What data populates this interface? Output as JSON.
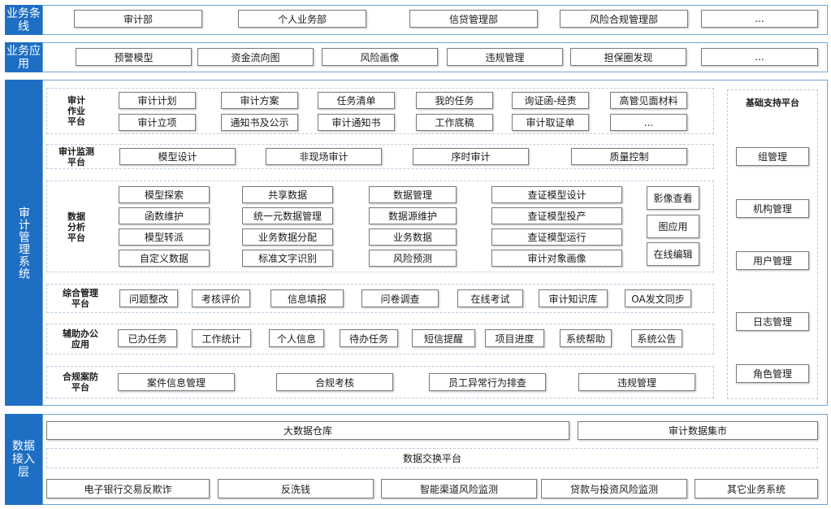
{
  "layers": {
    "business_line": {
      "label": "业务条线",
      "items": [
        "审计部",
        "个人业务部",
        "信贷管理部",
        "风险合规管理部",
        "..."
      ]
    },
    "business_app": {
      "label": "业务应用",
      "items": [
        "预警模型",
        "资金流向图",
        "风险画像",
        "违规管理",
        "担保圈发现",
        "..."
      ]
    },
    "audit_system": {
      "label": "审计管理系统",
      "work_platform": {
        "label": "审计\n作业\n平台",
        "row1": [
          "审计计划",
          "审计方案",
          "任务清单",
          "我的任务",
          "询证函-经责",
          "高管见面材料"
        ],
        "row2": [
          "审计立项",
          "通知书及公示",
          "审计通知书",
          "工作底稿",
          "审计取证单",
          "..."
        ]
      },
      "monitor_platform": {
        "label": "审计监测\n平台",
        "items": [
          "模型设计",
          "非现场审计",
          "序时审计",
          "质量控制"
        ]
      },
      "data_platform": {
        "label": "数据\n分析\n平台",
        "col1": [
          "模型探索",
          "函数维护",
          "模型转派",
          "自定义数据"
        ],
        "col2": [
          "共享数据",
          "统一元数据管理",
          "业务数据分配",
          "标准文字识别"
        ],
        "col3": [
          "数据管理",
          "数据源维护",
          "业务数据",
          "风险预测"
        ],
        "col4": [
          "查证模型设计",
          "查证模型投产",
          "查证模型运行",
          "审计对象画像"
        ],
        "col5": [
          "影像查看",
          "图应用",
          "在线编辑"
        ]
      },
      "mgmt_platform": {
        "label": "综合管理\n平台",
        "items": [
          "问题整改",
          "考核评价",
          "信息填报",
          "问卷调查",
          "在线考试",
          "审计知识库",
          "OA发文同步"
        ]
      },
      "office_app": {
        "label": "辅助办公\n应用",
        "items": [
          "已办任务",
          "工作统计",
          "个人信息",
          "待办任务",
          "短信提醒",
          "项目进度",
          "系统帮助",
          "系统公告"
        ]
      },
      "compliance_platform": {
        "label": "合规案防\n平台",
        "items": [
          "案件信息管理",
          "合规考核",
          "员工异常行为排查",
          "违规管理"
        ]
      },
      "support_platform": {
        "label": "基础支持平台",
        "items": [
          "组管理",
          "机构管理",
          "用户管理",
          "日志管理",
          "角色管理"
        ]
      }
    },
    "data_access": {
      "label": "数据\n接入\n层",
      "warehouse": "大数据仓库",
      "audit_mart": "审计数据集市",
      "exchange": "数据交换平台",
      "sources": [
        "电子银行交易反欺诈",
        "反洗钱",
        "智能渠道风险监测",
        "贷款与投资风险监测",
        "其它业务系统"
      ]
    }
  }
}
